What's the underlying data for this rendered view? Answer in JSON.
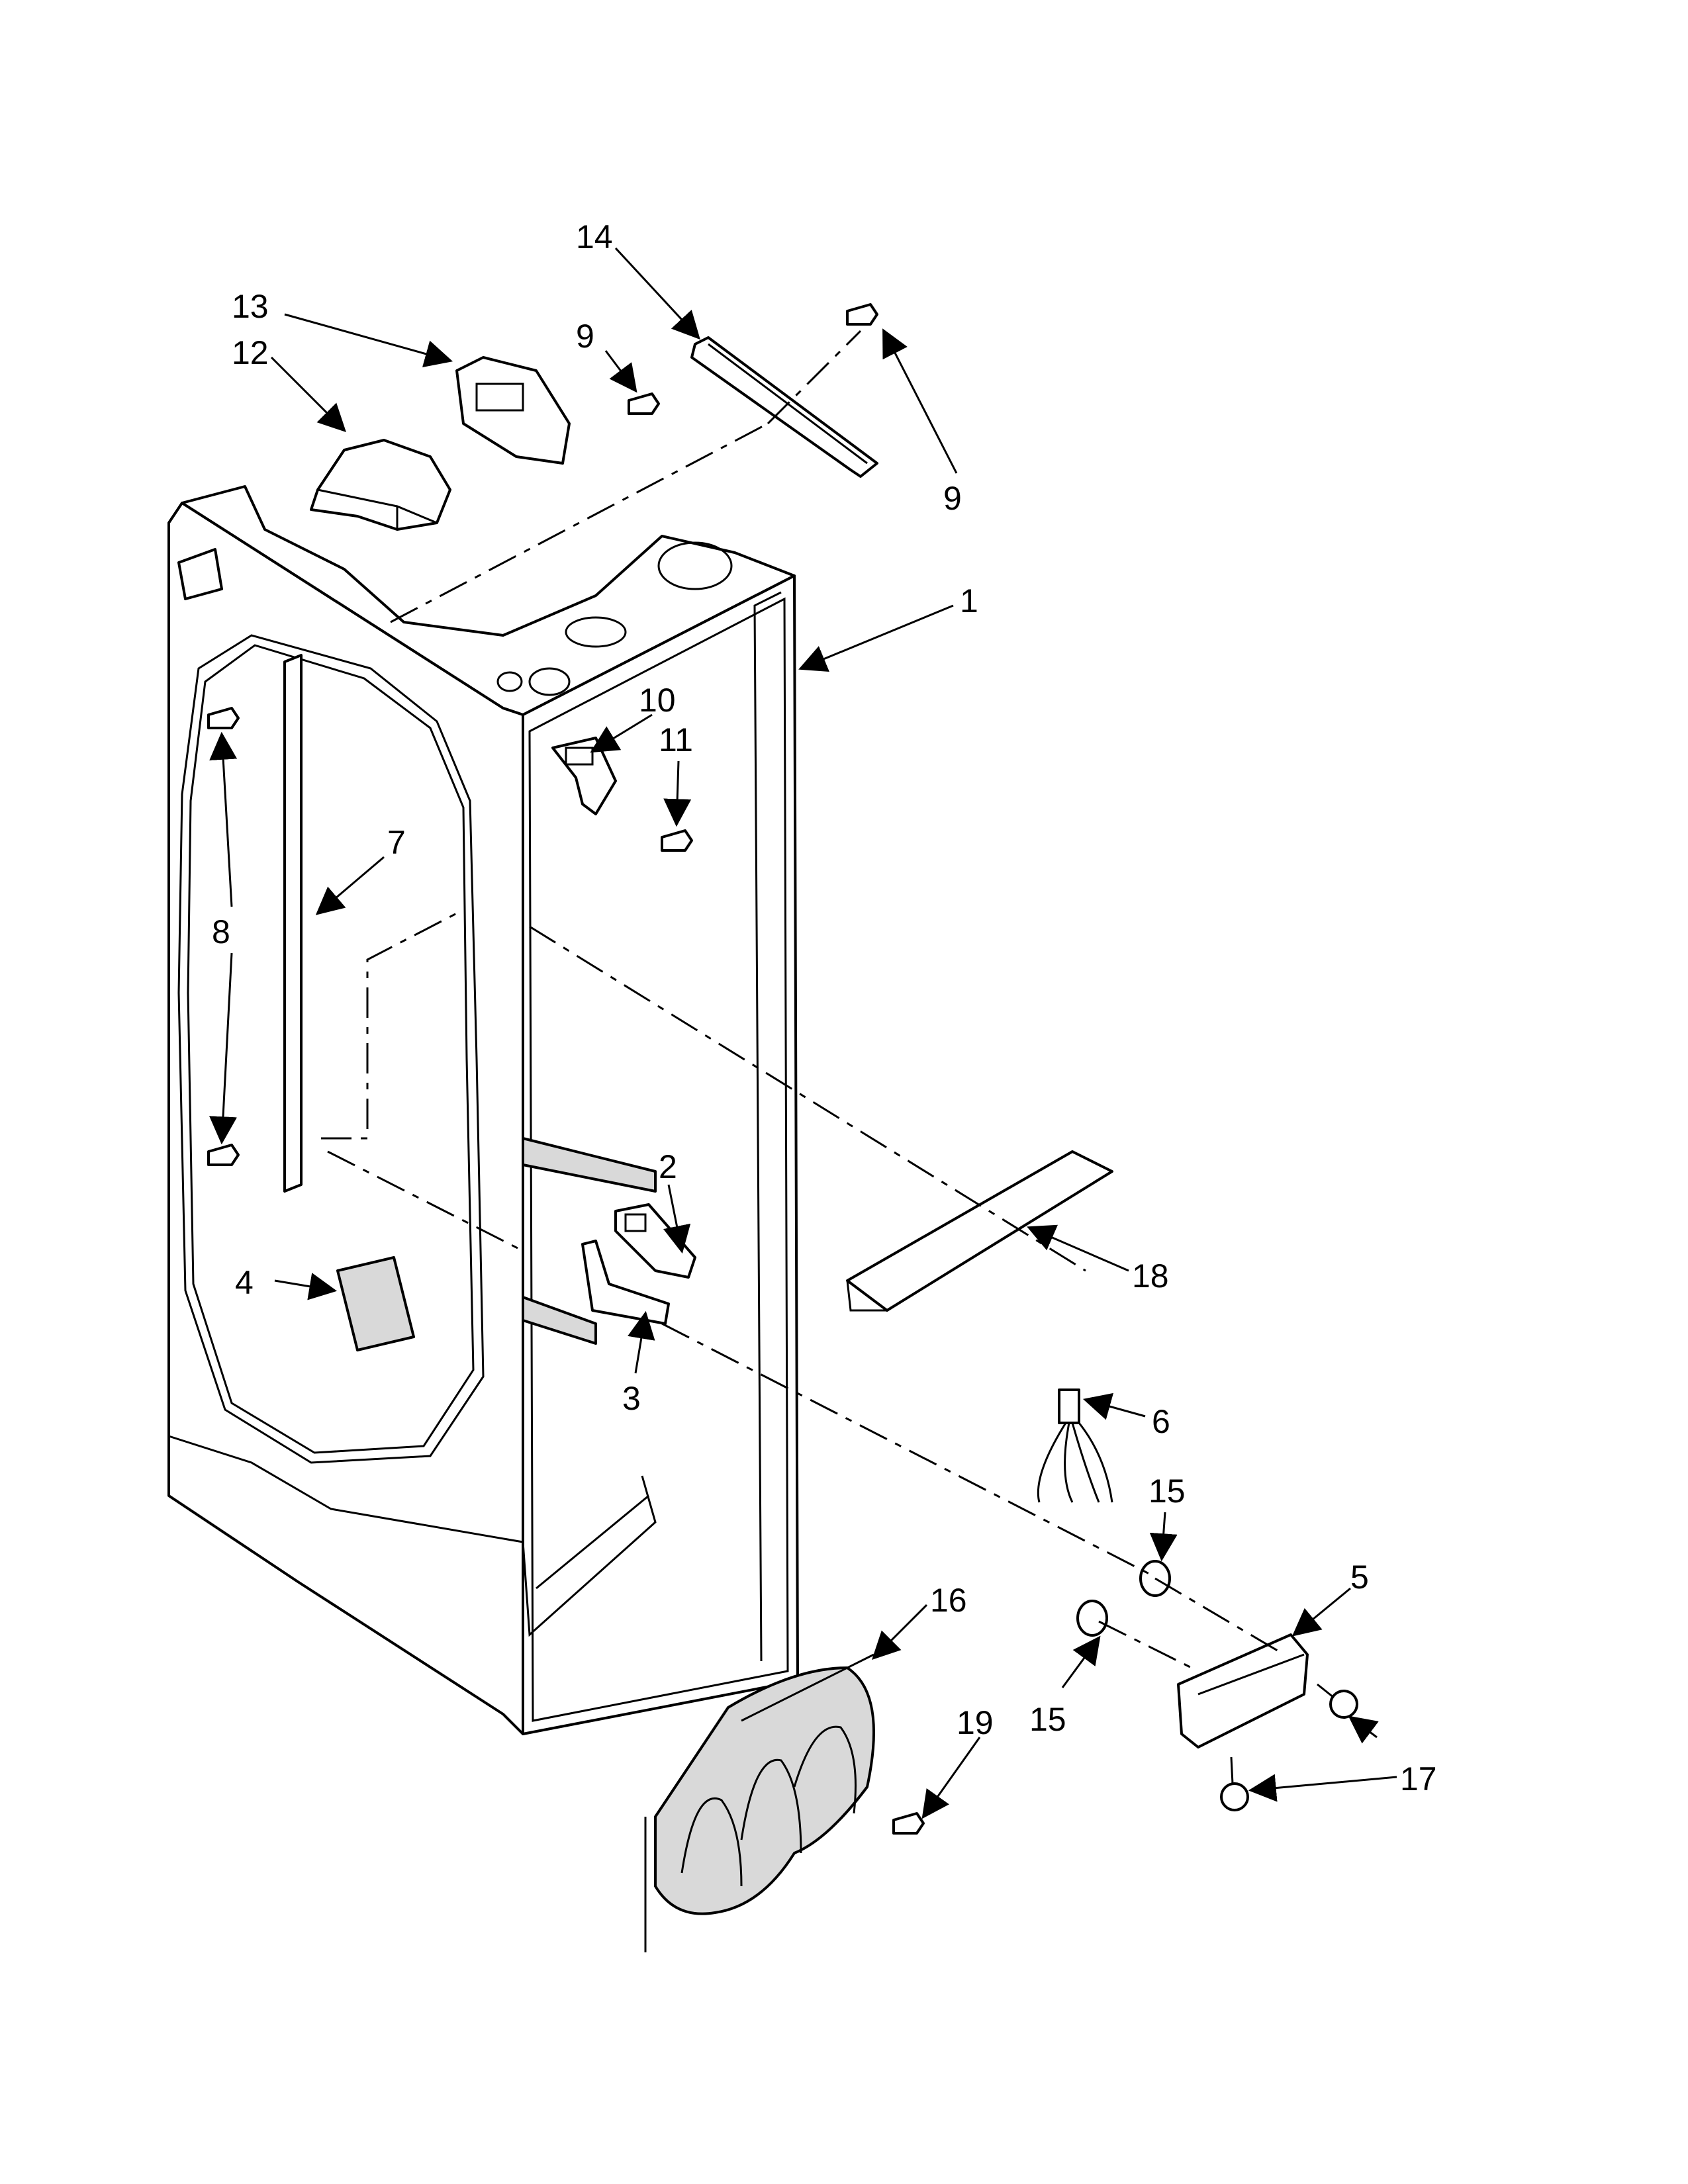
{
  "diagram": {
    "callouts": [
      {
        "id": "c14",
        "text": "14"
      },
      {
        "id": "c13",
        "text": "13"
      },
      {
        "id": "c12",
        "text": "12"
      },
      {
        "id": "c9a",
        "text": "9"
      },
      {
        "id": "c9b",
        "text": "9"
      },
      {
        "id": "c1",
        "text": "1"
      },
      {
        "id": "c10",
        "text": "10"
      },
      {
        "id": "c11",
        "text": "11"
      },
      {
        "id": "c7",
        "text": "7"
      },
      {
        "id": "c8",
        "text": "8"
      },
      {
        "id": "c2",
        "text": "2"
      },
      {
        "id": "c4",
        "text": "4"
      },
      {
        "id": "c3",
        "text": "3"
      },
      {
        "id": "c18",
        "text": "18"
      },
      {
        "id": "c6",
        "text": "6"
      },
      {
        "id": "c15a",
        "text": "15"
      },
      {
        "id": "c5",
        "text": "5"
      },
      {
        "id": "c16",
        "text": "16"
      },
      {
        "id": "c15b",
        "text": "15"
      },
      {
        "id": "c19",
        "text": "19"
      },
      {
        "id": "c17",
        "text": "17"
      }
    ]
  }
}
